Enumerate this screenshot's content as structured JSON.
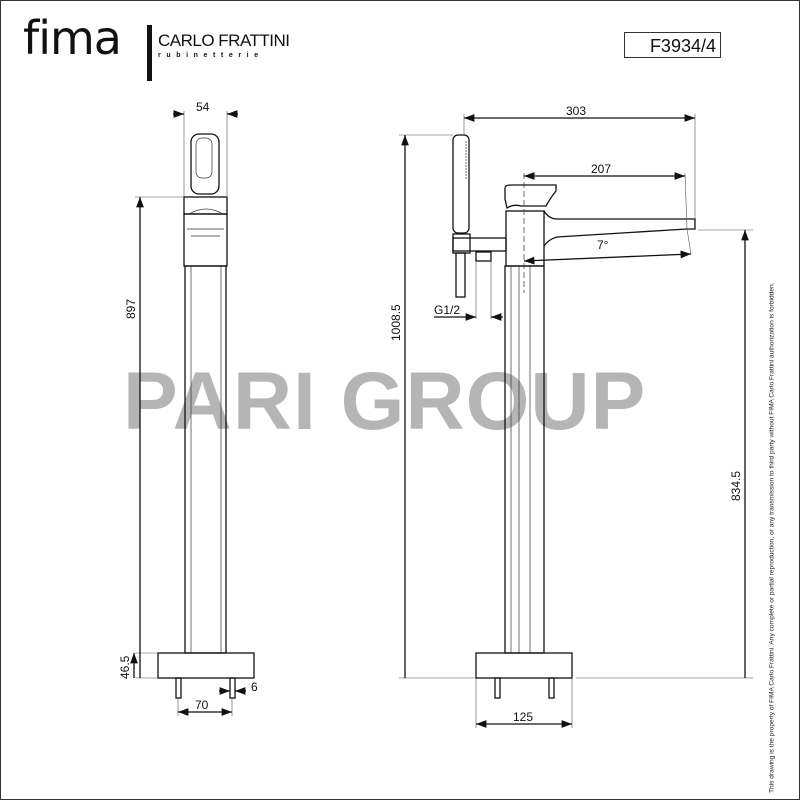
{
  "header": {
    "logo_fima": "fima",
    "logo_brand": "CARLO FRATTINI",
    "logo_sub": "rubinetterie",
    "model_code": "F3934/4"
  },
  "watermark": "PARI GROUP",
  "disclaimer": "This drawing is the property of FIMA Carlo Frattini. Any complete or partial reproduction, or any transmission to third party without FIMA Carlo Frattini authorization is forbidden.",
  "front_view": {
    "width_top": "54",
    "height_total": "897",
    "base_height": "46.5",
    "stud_spacing": "70",
    "stud_diameter": "6"
  },
  "side_view": {
    "reach_total": "303",
    "spout_reach": "207",
    "spout_angle": "7°",
    "connection": "G1/2",
    "height_total": "1008.5",
    "spout_height": "834.5",
    "base_width": "125"
  }
}
